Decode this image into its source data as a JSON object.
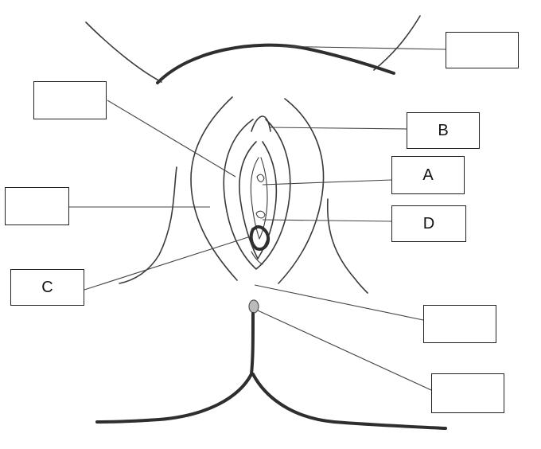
{
  "labels": [
    {
      "id": "top-right",
      "text": ""
    },
    {
      "id": "top-left",
      "text": ""
    },
    {
      "id": "b",
      "text": "B"
    },
    {
      "id": "a",
      "text": "A"
    },
    {
      "id": "mid-left",
      "text": ""
    },
    {
      "id": "d",
      "text": "D"
    },
    {
      "id": "c",
      "text": "C"
    },
    {
      "id": "lower-right",
      "text": ""
    },
    {
      "id": "bottom-right",
      "text": ""
    }
  ]
}
